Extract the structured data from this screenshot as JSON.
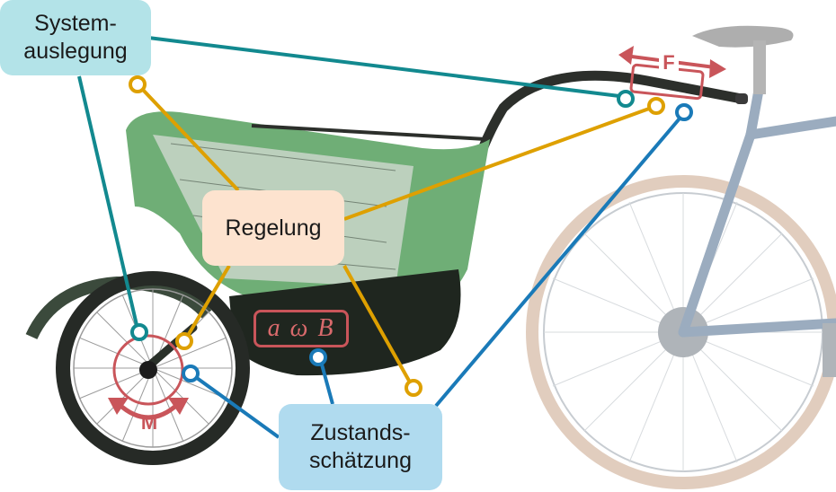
{
  "diagram": {
    "title": "Bicycle trailer system overview",
    "labels": {
      "system_design": "System-\nauslegung",
      "control": "Regelung",
      "state_estimation": "Zustands-\nschätzung"
    },
    "quantities": {
      "force": "F",
      "moment": "M",
      "state_vars": "a ω B"
    },
    "colors": {
      "system_design": "#12898f",
      "control": "#dea000",
      "state_estimation": "#1a7ab8",
      "quantity": "#c9555a",
      "box_system_design": "#b3e3e8",
      "box_control": "#fde3cf",
      "box_state_estimation": "#b0dbef"
    }
  }
}
